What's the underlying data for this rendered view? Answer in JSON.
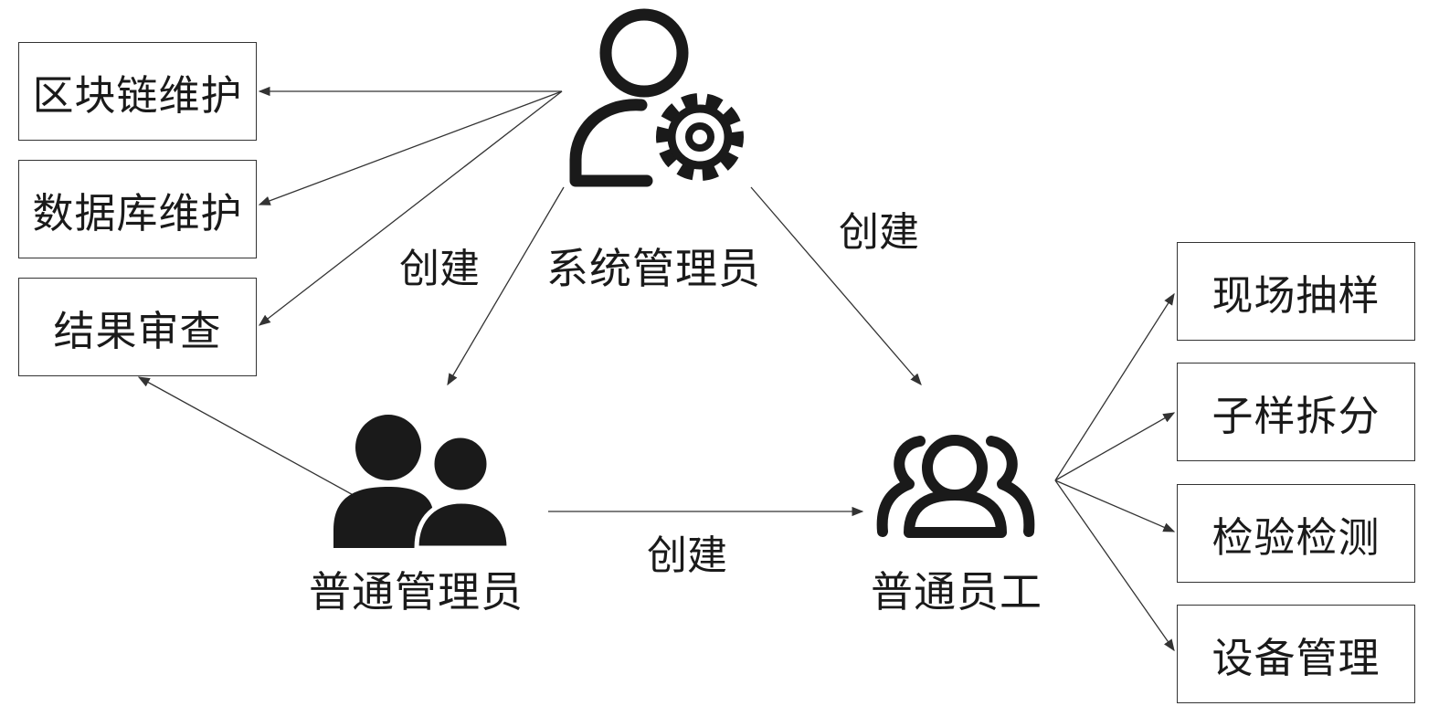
{
  "roles": {
    "system_admin": "系统管理员",
    "normal_admin": "普通管理员",
    "employee": "普通员工"
  },
  "admin_tasks": [
    "区块链维护",
    "数据库维护",
    "结果审查"
  ],
  "employee_tasks": [
    "现场抽样",
    "子样拆分",
    "检验检测",
    "设备管理"
  ],
  "edges": {
    "sys_to_admin": "创建",
    "sys_to_employee": "创建",
    "admin_to_employee": "创建"
  },
  "icons": {
    "system_admin": "user-gear-icon",
    "normal_admin": "user-group-icon",
    "employee": "team-icon"
  }
}
